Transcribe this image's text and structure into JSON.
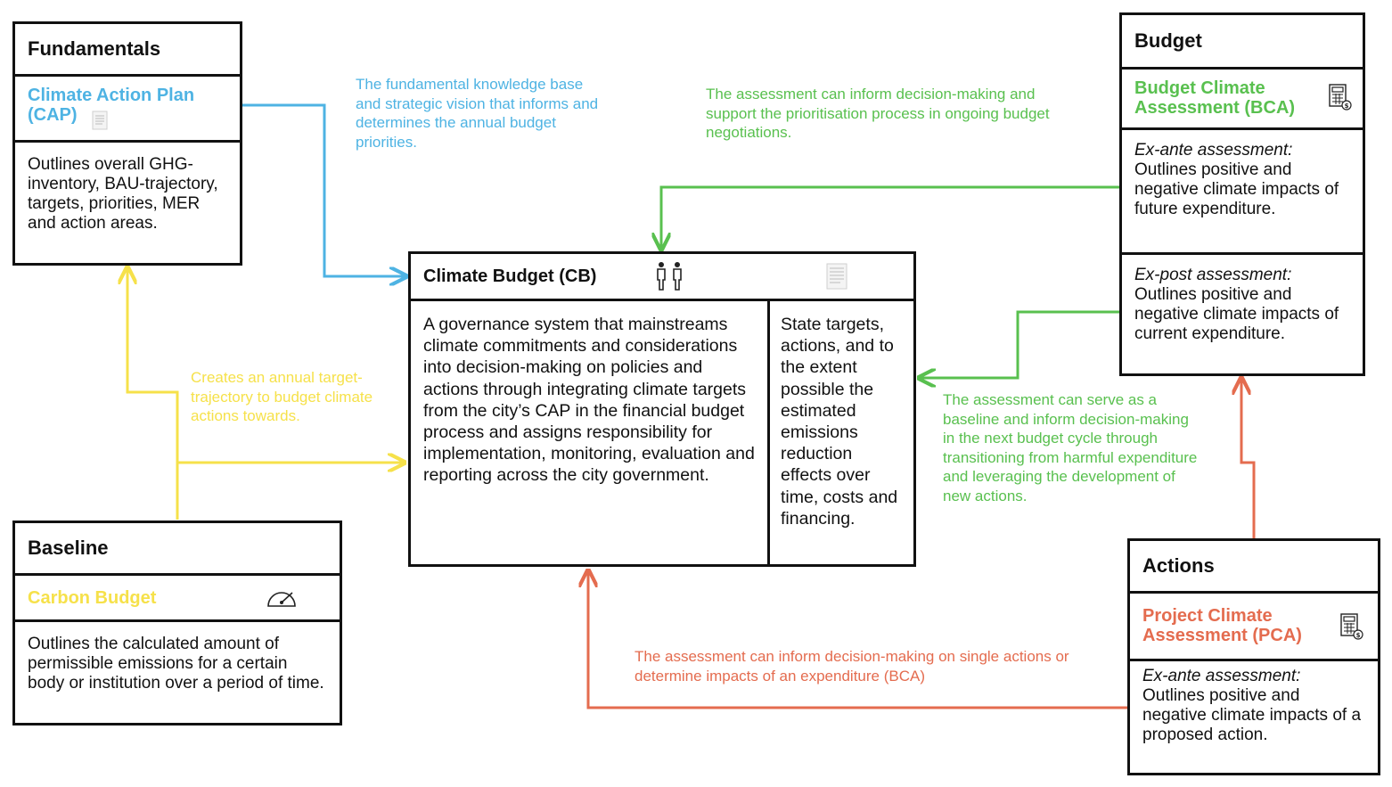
{
  "colors": {
    "blue": "#4eb3e3",
    "green": "#59c04f",
    "yellow": "#f6e14a",
    "red": "#e46c4f",
    "border": "#111111"
  },
  "fundamentals": {
    "title": "Fundamentals",
    "subtitle": "Climate Action Plan (CAP)",
    "description": "Outlines overall GHG-inventory, BAU-trajectory, targets, priorities, MER and action areas.",
    "icon": "document-icon"
  },
  "baseline": {
    "title": "Baseline",
    "subtitle": "Carbon Budget",
    "description": "Outlines the calculated amount of permissible emissions for a certain body or institution over a period of time.",
    "icon": "gauge-icon"
  },
  "climate_budget": {
    "title": "Climate Budget (CB)",
    "description": "A governance system that mainstreams climate commitments and considerations into decision-making on policies and actions through integrating climate targets from the city’s CAP in the financial budget process and assigns responsibility for implementation, monitoring, evaluation and reporting across the city government.",
    "side_text": "State targets, actions, and to the extent possible the estimated emissions reduction effects over time, costs and financing.",
    "icons": [
      "people-icon",
      "document-icon"
    ]
  },
  "budget": {
    "title": "Budget",
    "subtitle": "Budget Climate Assessment (BCA)",
    "ex_ante_label": "Ex-ante assessment:",
    "ex_ante_text": "Outlines positive and negative climate impacts of future expenditure.",
    "ex_post_label": "Ex-post assessment:",
    "ex_post_text": "Outlines positive and negative climate impacts of current expenditure.",
    "icon": "calculator-icon"
  },
  "actions": {
    "title": "Actions",
    "subtitle": "Project Climate Assessment (PCA)",
    "ex_ante_label": "Ex-ante assessment:",
    "ex_ante_text": "Outlines positive and negative climate impacts of a proposed action.",
    "icon": "calculator-icon"
  },
  "notes": {
    "cap_to_cb": "The fundamental knowledge base and strategic vision that informs and determines the annual budget priorities.",
    "bca_exante_to_cb": "The assessment can inform decision-making and support the prioritisation process in ongoing budget negotiations.",
    "baseline_to_cb": "Creates an annual target-trajectory to budget climate actions towards.",
    "bca_expost_to_cb": "The assessment can serve as a baseline and inform decision-making in the next budget cycle through transitioning from harmful expenditure and leveraging the development of new actions.",
    "pca_to_cb": "The assessment can inform decision-making on single actions or determine impacts of an expenditure (BCA)"
  }
}
